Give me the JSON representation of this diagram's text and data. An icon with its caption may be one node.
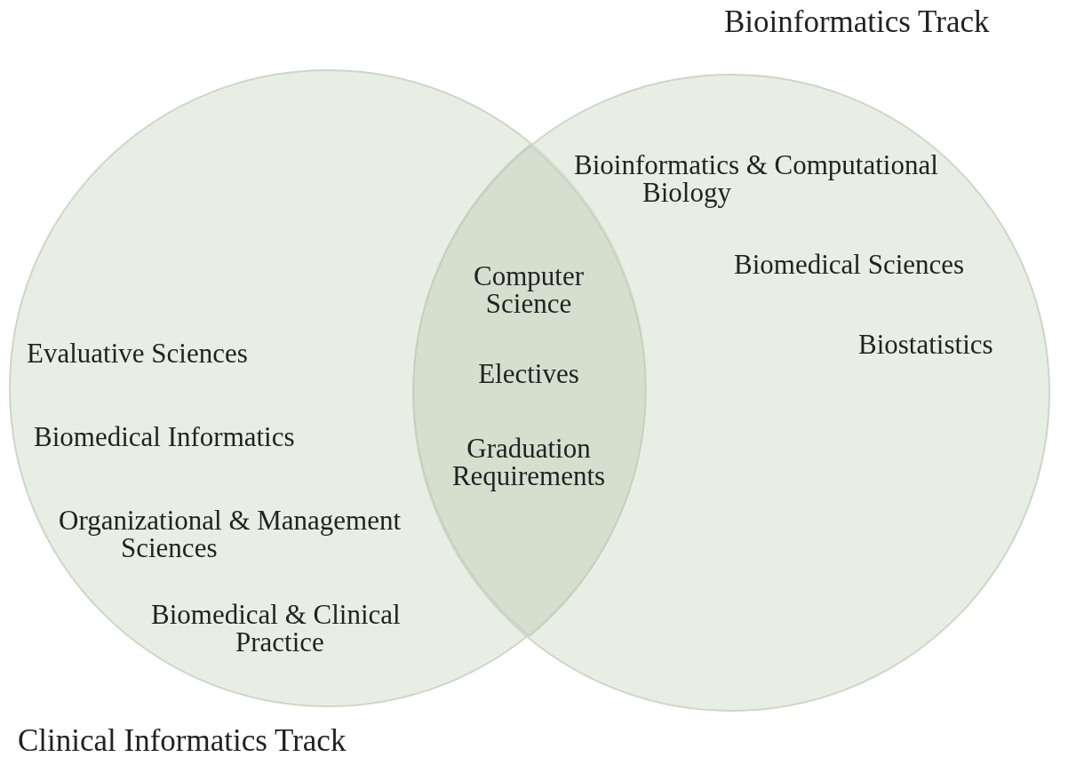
{
  "diagram": {
    "nodes": [
      {
        "text": [
          "Clinical Informatics Track",
          "Evaluative Sciences",
          "Biomedical Informatics",
          "Organizational & Management Sciences",
          "Biomedical & Clinical Practice"
        ]
      },
      {
        "text": [
          "Bioinformatics Track",
          "Bioinformatics & Computational Biology",
          "Biomedical Sciences",
          "Biostatistics"
        ]
      },
      {
        "text": [
          "Computer Science",
          "Electives",
          "Graduation Requirements"
        ]
      }
    ],
    "edges": []
  }
}
